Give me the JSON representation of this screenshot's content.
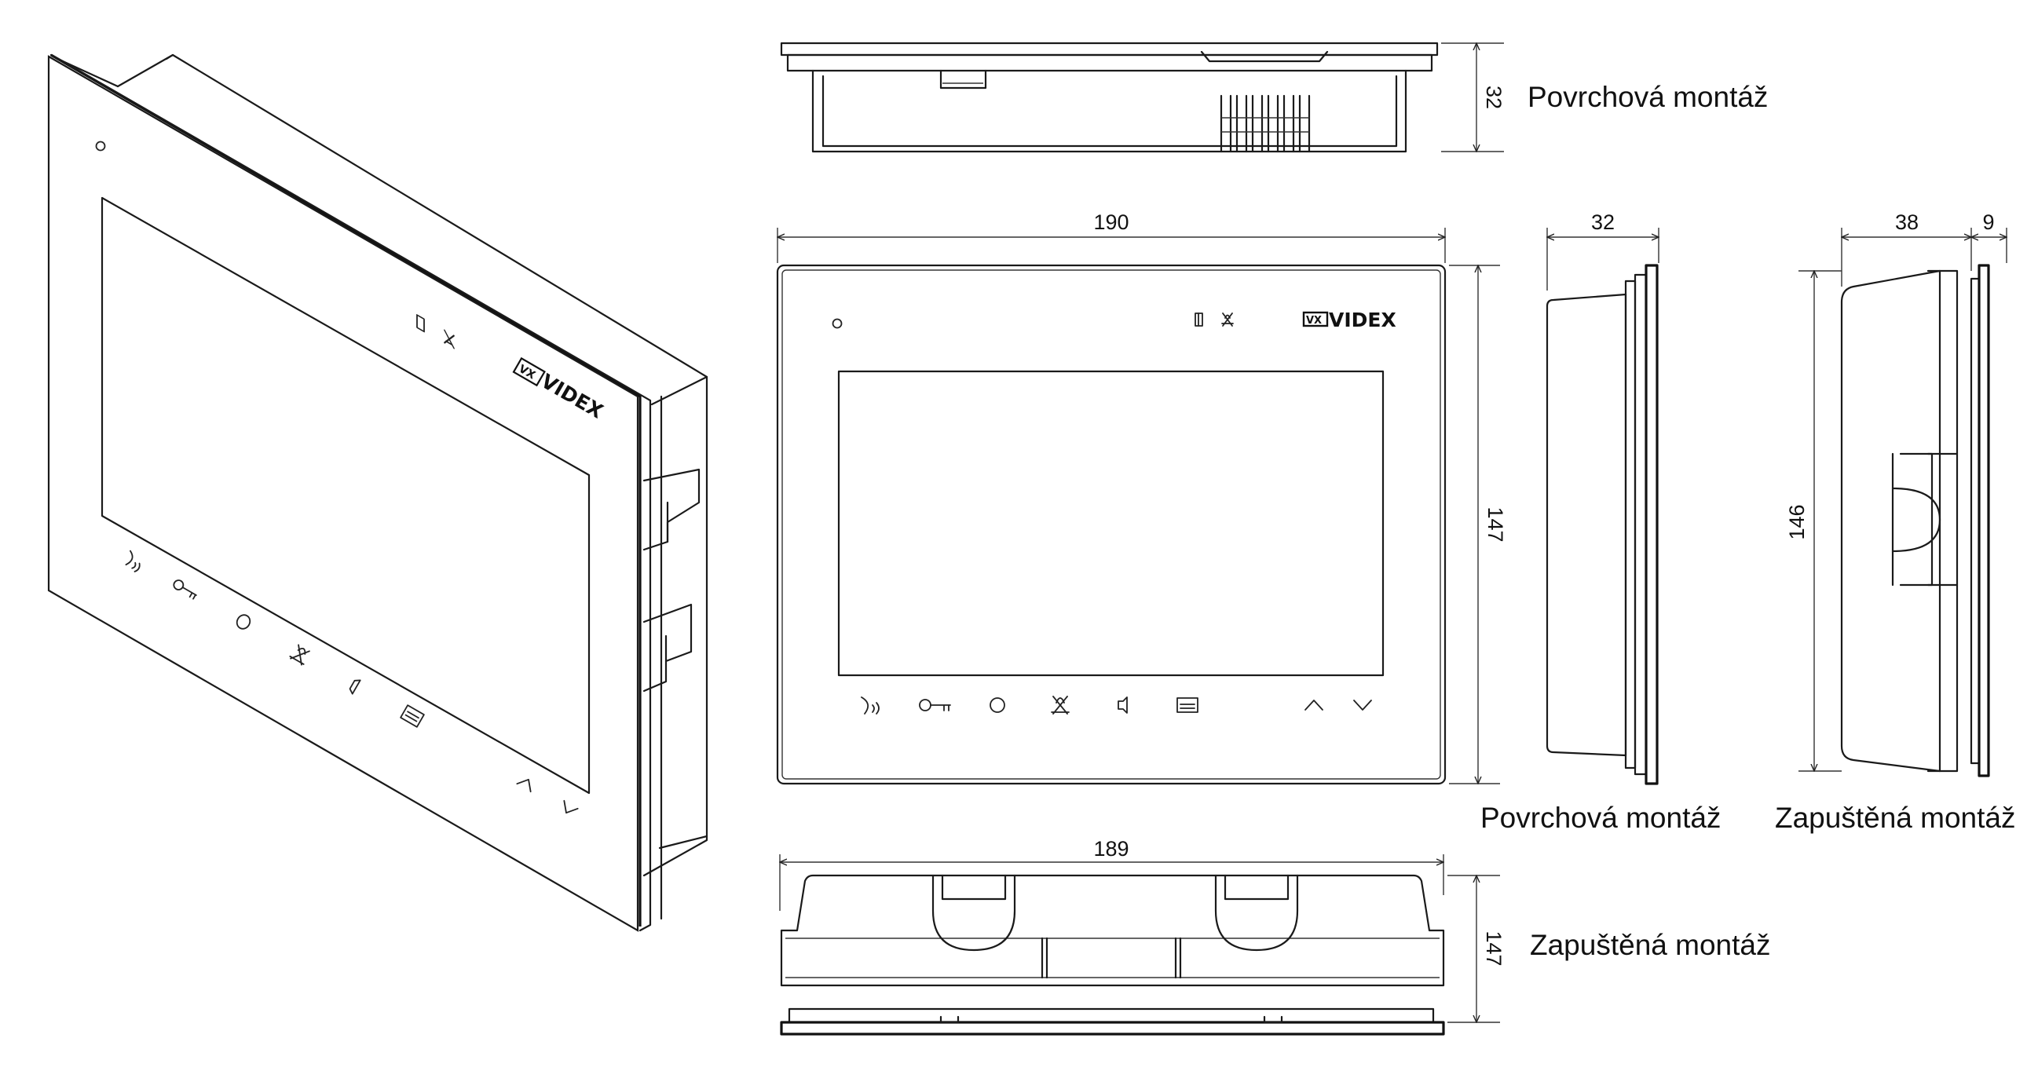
{
  "brand": {
    "logo_text": "VIDEX",
    "logo_badge": "VX"
  },
  "dimensions": {
    "top_height": "32",
    "front_width": "190",
    "front_height": "147",
    "surface_side_depth": "32",
    "flush_side_depth": "38",
    "flush_side_frame": "9",
    "flush_side_height": "146",
    "bottom_width": "189",
    "bottom_height": "147"
  },
  "labels": {
    "top_view": "Povrchová montáž",
    "surface_side": "Povrchová montáž",
    "flush_side": "Zapuštěná montáž",
    "bottom_view": "Zapuštěná montáž"
  },
  "icons": [
    "led-indicator",
    "door-open",
    "mute",
    "talk",
    "key",
    "home",
    "mute",
    "volume",
    "menu",
    "up-arrow",
    "down-arrow"
  ],
  "colors": {
    "line": "#1a1a1a",
    "background": "#ffffff"
  }
}
